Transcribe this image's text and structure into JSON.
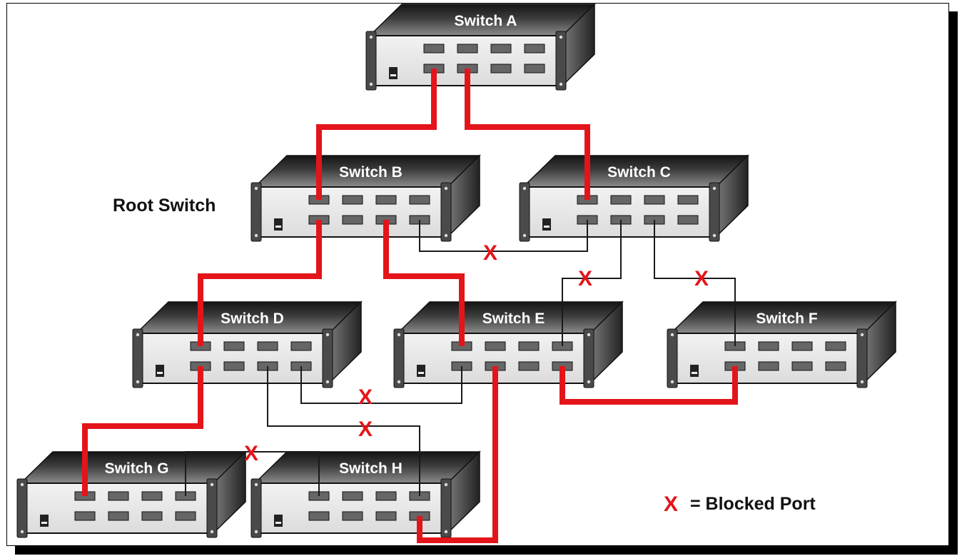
{
  "switches": [
    {
      "id": "A",
      "label": "Switch A"
    },
    {
      "id": "B",
      "label": "Switch B"
    },
    {
      "id": "C",
      "label": "Switch C"
    },
    {
      "id": "D",
      "label": "Switch D"
    },
    {
      "id": "E",
      "label": "Switch E"
    },
    {
      "id": "F",
      "label": "Switch F"
    },
    {
      "id": "G",
      "label": "Switch G"
    },
    {
      "id": "H",
      "label": "Switch H"
    }
  ],
  "root_label": "Root Switch",
  "blocked_marker": "X",
  "legend": {
    "marker": "X",
    "text": "= Blocked Port"
  },
  "colors": {
    "active_link": "#e3151b",
    "blocked_link": "#1a1a1a",
    "marker": "#e3151b"
  }
}
